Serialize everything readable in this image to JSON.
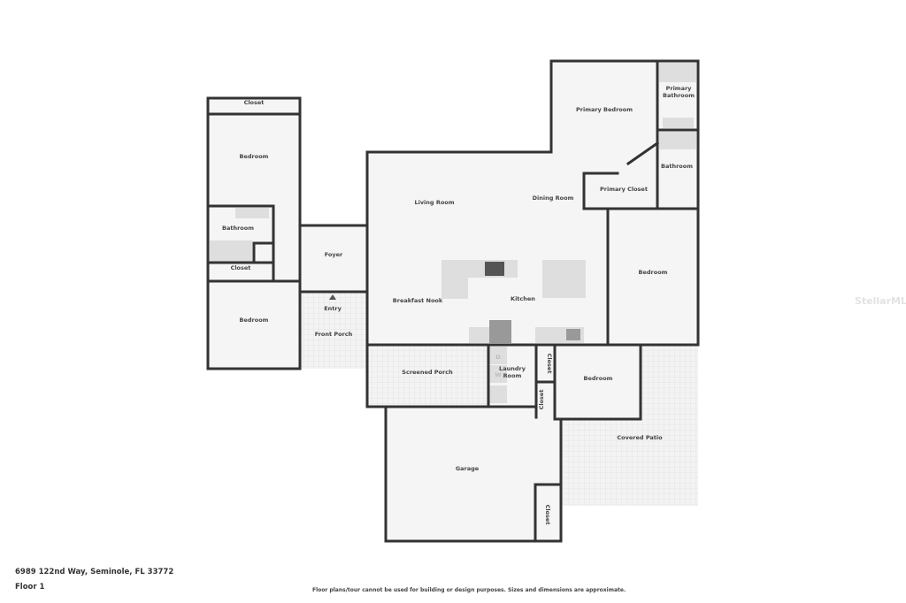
{
  "rooms": {
    "closet_top_left": "Closet",
    "bedroom_upper_left": "Bedroom",
    "bathroom_left": "Bathroom",
    "closet_left": "Closet",
    "bedroom_lower_left": "Bedroom",
    "foyer": "Foyer",
    "entry": "Entry",
    "front_porch": "Front Porch",
    "living_room": "Living Room",
    "dining_room": "Dining Room",
    "breakfast_nook": "Breakfast Nook",
    "kitchen": "Kitchen",
    "primary_bedroom": "Primary Bedroom",
    "primary_bathroom_line1": "Primary",
    "primary_bathroom_line2": "Bathroom",
    "primary_closet": "Primary Closet",
    "bathroom_right": "Bathroom",
    "bedroom_right": "Bedroom",
    "screened_porch": "Screened Porch",
    "laundry_line1": "Laundry",
    "laundry_line2": "Room",
    "closet_a": "Closet",
    "closet_b": "Closet",
    "bedroom_mid": "Bedroom",
    "covered_patio": "Covered Patio",
    "garage": "Garage",
    "closet_garage": "Closet",
    "dryer": "D",
    "washer": "W"
  },
  "footer": {
    "address": "6989 122nd Way, Seminole, FL 33772",
    "floor": "Floor 1",
    "disclaimer": "Floor plans/tour cannot be used for building or design purposes. Sizes and dimensions are approximate."
  },
  "watermark": "StellarMLS",
  "colors": {
    "wall": "#333333",
    "floor": "#f5f5f5",
    "fixture": "#dddddd"
  }
}
